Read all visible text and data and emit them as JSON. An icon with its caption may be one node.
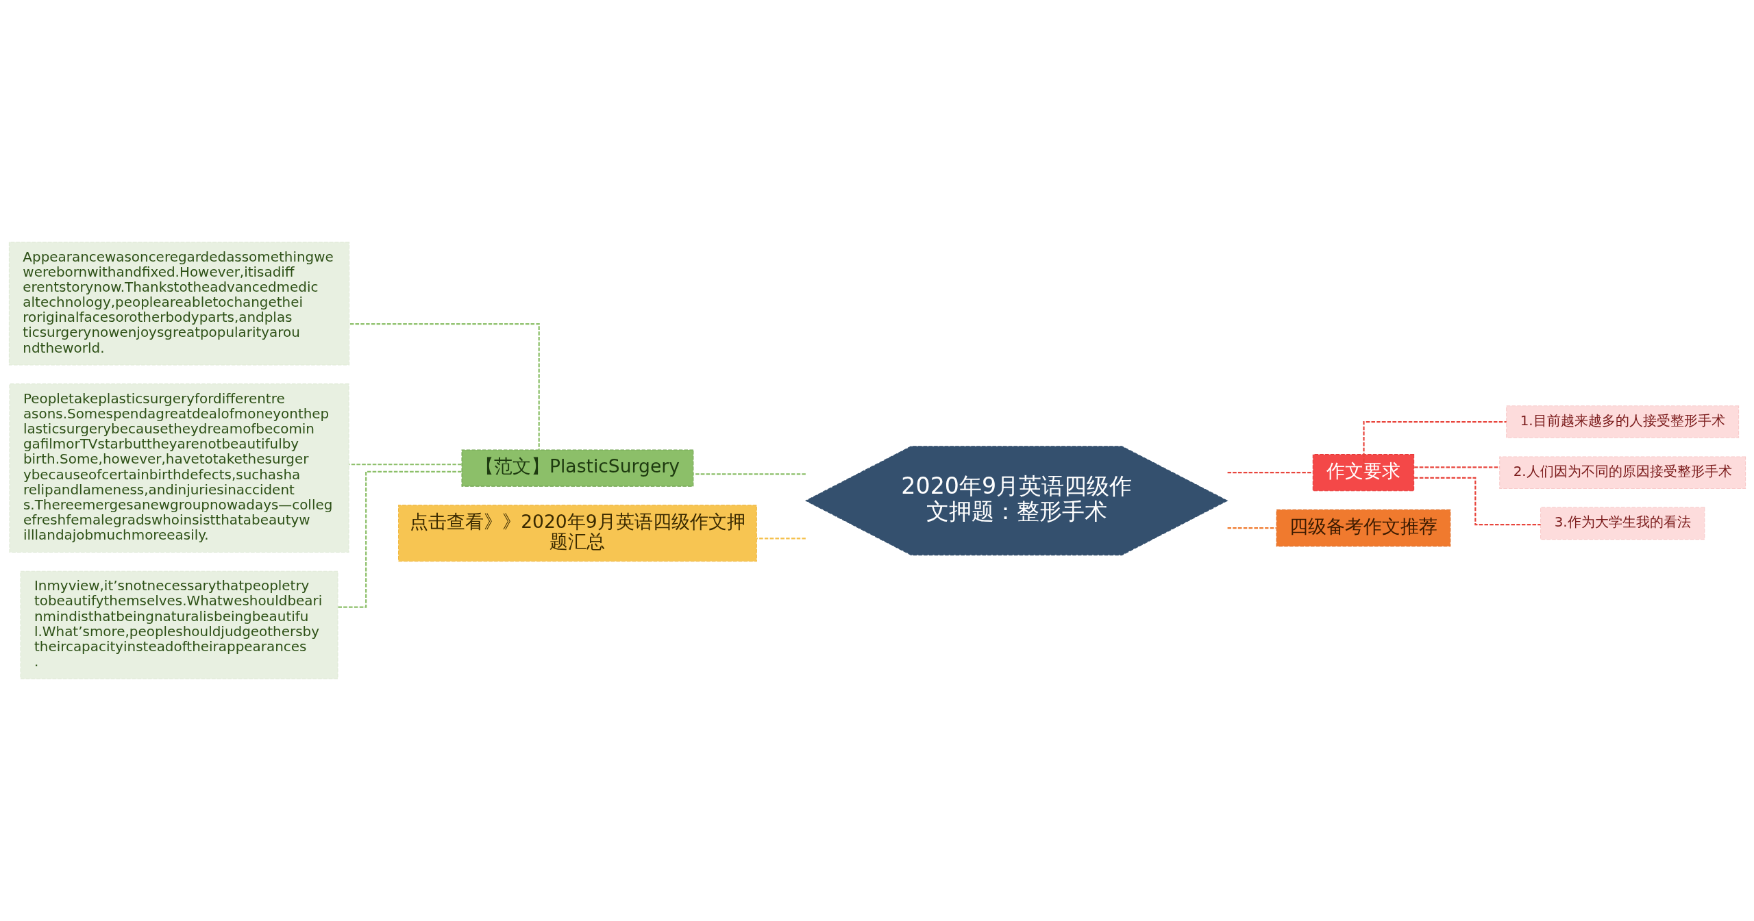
{
  "diagram": {
    "nodes": [
      {
        "text": [
          "2020年9月英语四级作文押题：整形手术"
        ]
      },
      {
        "text": [
          "【范文】PlasticSurgery"
        ]
      },
      {
        "text": [
          "Appearancewasonceregardedassomethingwewerebornwithandfixed.However,itisadifferentstorynow.Thankstotheadvancedmedicaltechnology,peopleareabletochangetheiroriginalfacesorotherbodyparts,andplasticsurgerynowenjoysgreatpopularityaroundtheworld."
        ]
      },
      {
        "text": [
          "Peopletakeplasticsurgeryfordifferentreasons.SomespendagreatdealofmoneyontheplasticsurgerybecausetheydreamofbecomingafilmorTVstarbuttheyarenotbeautifulbybirth.Some,however,havetotakethesurgerybecauseofcertainbirthdefects,suchasharelipandlameness,andinjuriesinaccidents.Thereemergesanewgroupnowadays—collegefreshfemalegradswhoinsistthatabeautywilllandajobmuchmoreeasily."
        ]
      },
      {
        "text": [
          "Inmyview,it’snotnecessarythatpeopletrytobeautifythemselves.Whatweshouldbearinmindisthatbeingnaturalisbeingbeautiful.What’smore,peopleshouldjudgeothersbytheircapacityinsteadoftheirappearances."
        ]
      },
      {
        "text": [
          "点击查看》》2020年9月英语四级作文押题汇总"
        ]
      },
      {
        "text": [
          "作文要求"
        ]
      },
      {
        "text": [
          "1.目前越来越多的人接受整形手术"
        ]
      },
      {
        "text": [
          "2.人们因为不同的原因接受整形手术"
        ]
      },
      {
        "text": [
          "3.作为大学生我的看法"
        ]
      },
      {
        "text": [
          "四级备考作文推荐"
        ]
      }
    ],
    "edges": [
      {
        "from": 0,
        "to": 1,
        "arrow": "none",
        "style": "dashed",
        "color": "#8cbf69"
      },
      {
        "from": 1,
        "to": 2,
        "arrow": "none",
        "style": "dashed",
        "color": "#8cbf69"
      },
      {
        "from": 1,
        "to": 3,
        "arrow": "none",
        "style": "dashed",
        "color": "#8cbf69"
      },
      {
        "from": 1,
        "to": 4,
        "arrow": "none",
        "style": "dashed",
        "color": "#8cbf69"
      },
      {
        "from": 0,
        "to": 5,
        "arrow": "none",
        "style": "dashed",
        "color": "#f5c04a"
      },
      {
        "from": 0,
        "to": 6,
        "arrow": "none",
        "style": "dashed",
        "color": "#e8453c"
      },
      {
        "from": 6,
        "to": 7,
        "arrow": "none",
        "style": "dashed",
        "color": "#e8453c"
      },
      {
        "from": 6,
        "to": 8,
        "arrow": "none",
        "style": "dashed",
        "color": "#e8453c"
      },
      {
        "from": 6,
        "to": 9,
        "arrow": "none",
        "style": "dashed",
        "color": "#e8453c"
      },
      {
        "from": 0,
        "to": 10,
        "arrow": "none",
        "style": "dashed",
        "color": "#f07a2e"
      }
    ]
  }
}
